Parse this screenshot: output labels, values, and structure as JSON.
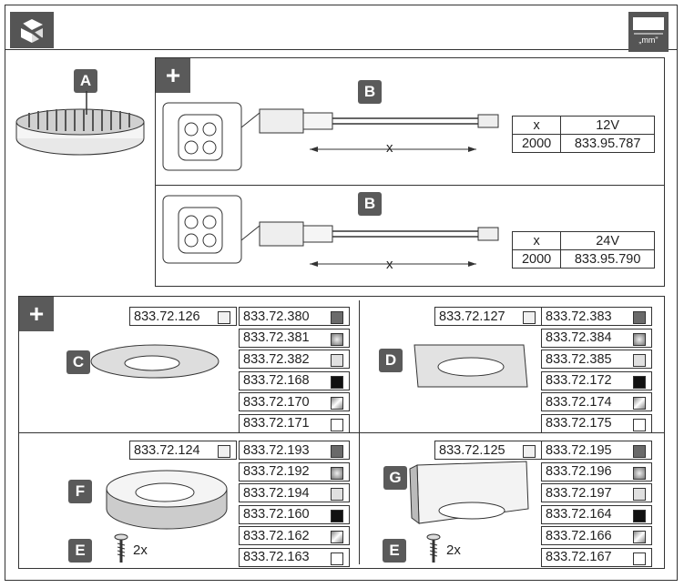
{
  "header": {
    "unit_label": "„mm\""
  },
  "part_a": {
    "badge": "A"
  },
  "cables": [
    {
      "badge": "B",
      "dim_label": "x",
      "table": {
        "h1": "x",
        "h2": "12V",
        "v1": "2000",
        "v2": "833.95.787"
      }
    },
    {
      "badge": "B",
      "dim_label": "x",
      "table": {
        "h1": "x",
        "h2": "24V",
        "v1": "2000",
        "v2": "833.95.790"
      }
    }
  ],
  "accessories": [
    {
      "badge": "C",
      "base_code": "833.72.126",
      "codes": [
        "833.72.380",
        "833.72.381",
        "833.72.382",
        "833.72.168",
        "833.72.170",
        "833.72.171"
      ],
      "screw": null
    },
    {
      "badge": "D",
      "base_code": "833.72.127",
      "codes": [
        "833.72.383",
        "833.72.384",
        "833.72.385",
        "833.72.172",
        "833.72.174",
        "833.72.175"
      ],
      "screw": null
    },
    {
      "badge": "F",
      "base_code": "833.72.124",
      "codes": [
        "833.72.193",
        "833.72.192",
        "833.72.194",
        "833.72.160",
        "833.72.162",
        "833.72.163"
      ],
      "screw": {
        "badge": "E",
        "qty": "2x"
      }
    },
    {
      "badge": "G",
      "base_code": "833.72.125",
      "codes": [
        "833.72.195",
        "833.72.196",
        "833.72.197",
        "833.72.164",
        "833.72.166",
        "833.72.167"
      ],
      "screw": {
        "badge": "E",
        "qty": "2x"
      }
    }
  ],
  "swatch_colors": [
    "#6a6a6a",
    "#a0a0a0",
    "#e0e0e0",
    "#111111",
    "#b8b8b8",
    "#ffffff"
  ],
  "base_swatch_color": "#f0f0f0"
}
